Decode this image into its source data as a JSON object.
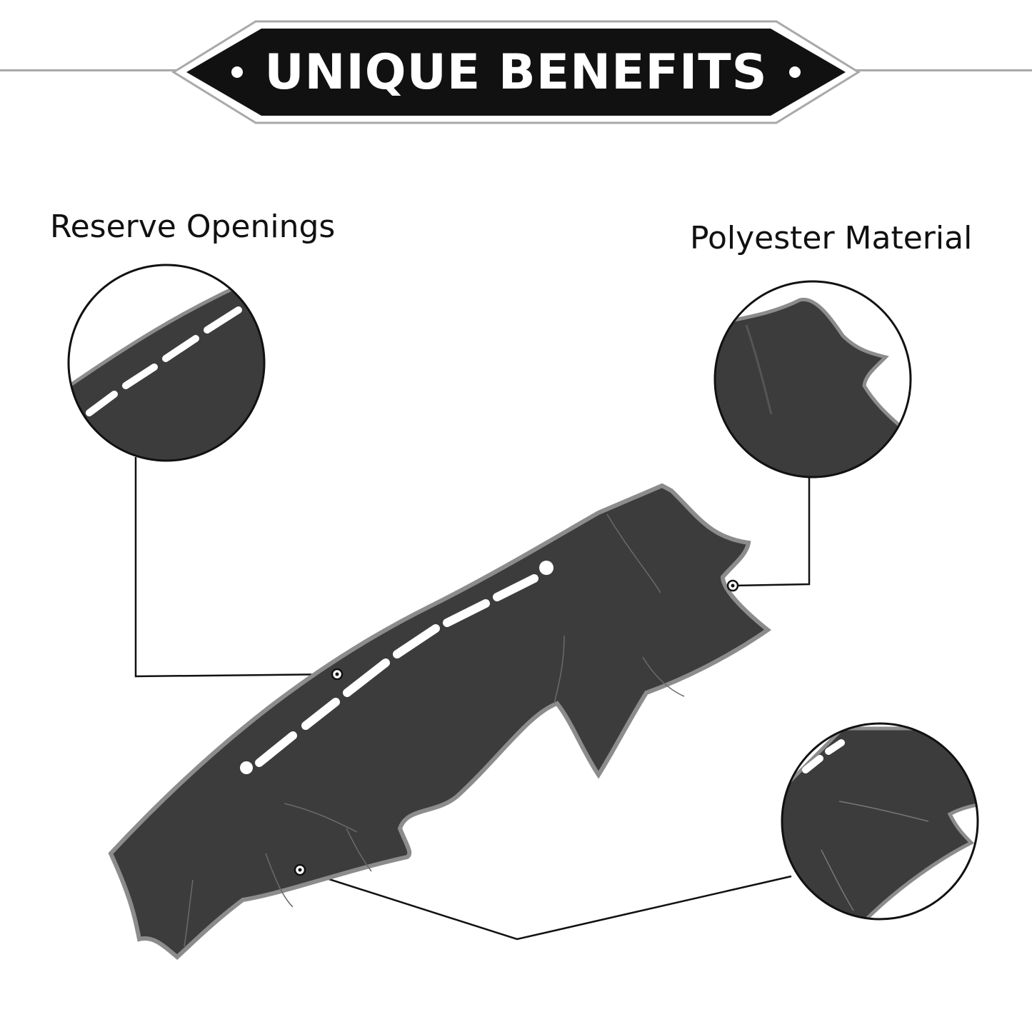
{
  "banner": {
    "title": "UNIQUE BENEFITS",
    "background_color": "#111111",
    "outline_color": "#a9a9a9"
  },
  "features": [
    {
      "label": "Reserve Openings"
    },
    {
      "label": "Polyester Material"
    }
  ],
  "product": {
    "mat_color": "#3c3c3c",
    "edge_color": "#8c8c8c"
  }
}
